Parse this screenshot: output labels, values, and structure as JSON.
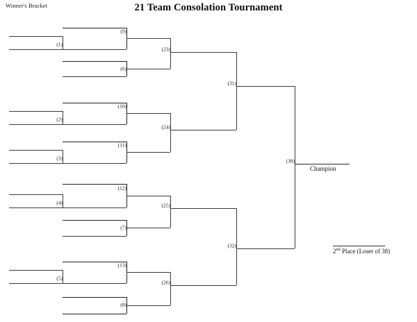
{
  "header": {
    "bracket_label": "Winner's Bracket",
    "title": "21 Team Consolation Tournament"
  },
  "games": {
    "g1": "(1)",
    "g2": "(2)",
    "g3": "(3)",
    "g4": "(4)",
    "g5": "(5)",
    "g6": "(6)",
    "g7": "(7)",
    "g8": "(8)",
    "g9": "(9)",
    "g10": "(10)",
    "g11": "(11)",
    "g12": "(12)",
    "g13": "(13)",
    "g23": "(23)",
    "g24": "(24)",
    "g25": "(25)",
    "g26": "(26)",
    "g31": "(31)",
    "g32": "(32)",
    "g38": "(38)"
  },
  "results": {
    "champion": "Champion",
    "second_place_prefix": "2",
    "second_place_sup": "nd",
    "second_place_suffix": " Place (Loser of 38)"
  },
  "colors": {
    "line": "#3a3a3a",
    "line_dark": "#1e1e1e",
    "text": "#101010",
    "background": "#ffffff"
  },
  "chart_data": {
    "type": "diagram",
    "title": "21 Team Consolation Tournament",
    "subtitle": "Winner's Bracket",
    "team_count": 21,
    "rounds": [
      {
        "name": "round-1",
        "games": [
          "(1)",
          "(2)",
          "(3)",
          "(4)",
          "(5)"
        ]
      },
      {
        "name": "round-2",
        "games": [
          "(9)",
          "(6)",
          "(10)",
          "(11)",
          "(12)",
          "(7)",
          "(13)",
          "(8)"
        ]
      },
      {
        "name": "round-3",
        "games": [
          "(23)",
          "(24)",
          "(25)",
          "(26)"
        ]
      },
      {
        "name": "round-4",
        "games": [
          "(31)",
          "(32)"
        ]
      },
      {
        "name": "final",
        "games": [
          "(38)"
        ]
      }
    ],
    "outcomes": [
      "Champion",
      "2nd Place (Loser of 38)"
    ]
  }
}
